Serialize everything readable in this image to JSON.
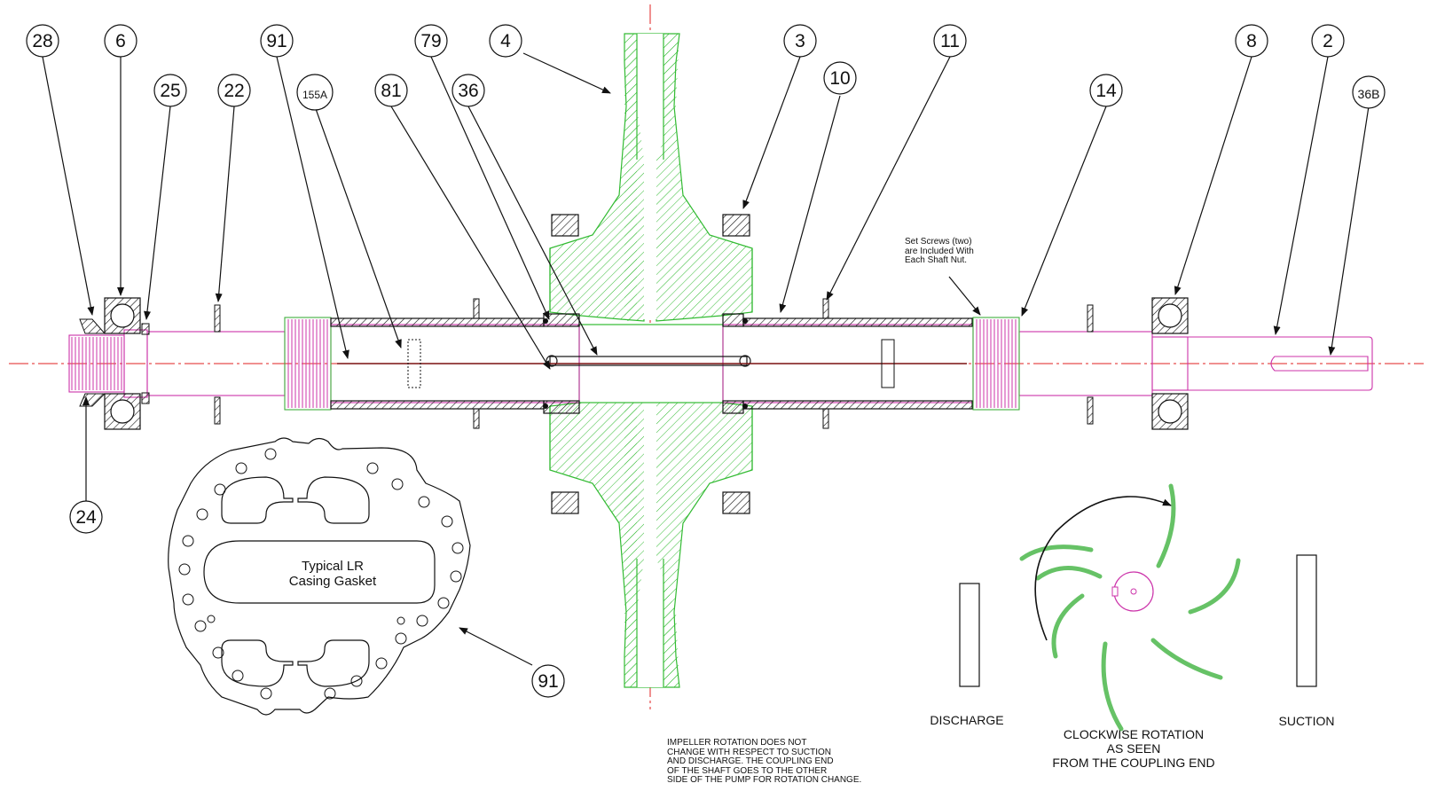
{
  "balloons": [
    {
      "id": "b28",
      "text": "28"
    },
    {
      "id": "b6",
      "text": "6"
    },
    {
      "id": "b25",
      "text": "25"
    },
    {
      "id": "b22",
      "text": "22"
    },
    {
      "id": "b91",
      "text": "91"
    },
    {
      "id": "b155a",
      "text": "155A"
    },
    {
      "id": "b81",
      "text": "81"
    },
    {
      "id": "b79",
      "text": "79"
    },
    {
      "id": "b36",
      "text": "36"
    },
    {
      "id": "b4",
      "text": "4"
    },
    {
      "id": "b3",
      "text": "3"
    },
    {
      "id": "b10",
      "text": "10"
    },
    {
      "id": "b11",
      "text": "11"
    },
    {
      "id": "b14",
      "text": "14"
    },
    {
      "id": "b8",
      "text": "8"
    },
    {
      "id": "b2",
      "text": "2"
    },
    {
      "id": "b36b",
      "text": "36B"
    },
    {
      "id": "b24",
      "text": "24"
    },
    {
      "id": "b91g",
      "text": "91"
    }
  ],
  "notes": {
    "set_screws": [
      "Set Screws (two)",
      "are Included With",
      "Each Shaft Nut."
    ],
    "gasket": [
      "Typical LR",
      "Casing Gasket"
    ],
    "discharge": "DISCHARGE",
    "suction": "SUCTION",
    "rotation": [
      "CLOCKWISE ROTATION",
      "AS SEEN",
      "FROM THE COUPLING END"
    ],
    "impeller_note": [
      "IMPELLER ROTATION DOES NOT",
      "CHANGE WITH RESPECT TO SUCTION",
      "AND DISCHARGE. THE COUPLING END",
      "OF THE SHAFT GOES TO THE OTHER",
      "SIDE OF THE PUMP FOR ROTATION CHANGE."
    ]
  },
  "colors": {
    "shaft": "#cc33aa",
    "impeller": "#33bb33",
    "centerline": "#e02020",
    "ink": "#111111",
    "blade": "#66c266"
  }
}
